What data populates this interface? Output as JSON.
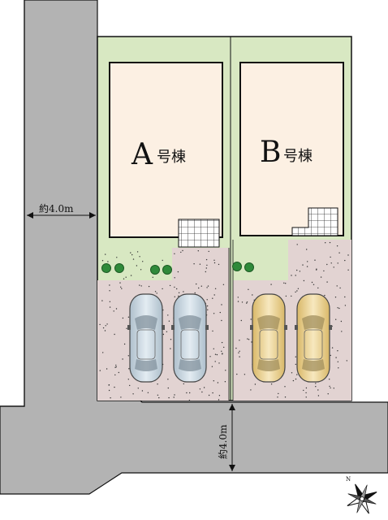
{
  "buildings": [
    {
      "letter": "A",
      "suffix": "号棟"
    },
    {
      "letter": "B",
      "suffix": "号棟"
    }
  ],
  "dimensions": {
    "road_west": "約4.0m",
    "road_south": "約4.0m"
  },
  "compass": {
    "north_label": "N"
  },
  "colors": {
    "road": "#b3b3b3",
    "lawn": "#d8e8c2",
    "building": "#fcf0e3",
    "parking": "#e2d3d2",
    "car_blue": "#c7d5df",
    "car_gold": "#ecd59c",
    "shrub": "#2f8a3a"
  }
}
